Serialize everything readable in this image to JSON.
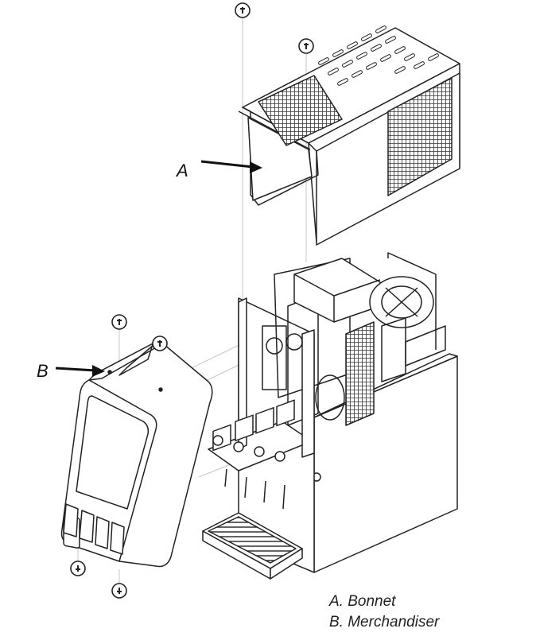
{
  "callouts": {
    "a_letter": "A",
    "b_letter": "B"
  },
  "legend": {
    "items": [
      {
        "text": "A. Bonnet"
      },
      {
        "text": "B. Merchandiser"
      }
    ]
  },
  "icons": {
    "screw_marker": "screw-marker-icon"
  },
  "colors": {
    "line": "#222222",
    "leader": "#bbbbbb",
    "hatch": "#333333"
  }
}
